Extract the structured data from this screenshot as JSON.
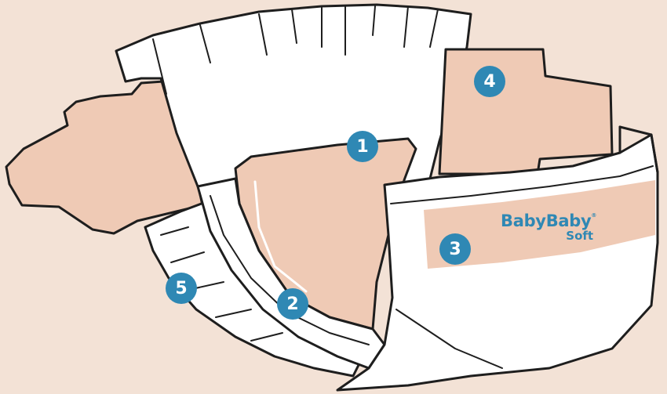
{
  "colors": {
    "background": "#f3e2d6",
    "tab_fill": "#efcab5",
    "diaper_fill": "#ffffff",
    "outline": "#1e1e1e",
    "callout": "#2f88b4",
    "brand_text": "#2f88b4"
  },
  "brand": {
    "line1": "BabyBaby",
    "line2": "Soft",
    "mark": "®"
  },
  "callouts": [
    {
      "label": "1",
      "part": "absorbent-core"
    },
    {
      "label": "2",
      "part": "leg-cuff"
    },
    {
      "label": "3",
      "part": "landing-zone"
    },
    {
      "label": "4",
      "part": "fastening-tab-right"
    },
    {
      "label": "5",
      "part": "ruffled-leg-gathers"
    }
  ]
}
